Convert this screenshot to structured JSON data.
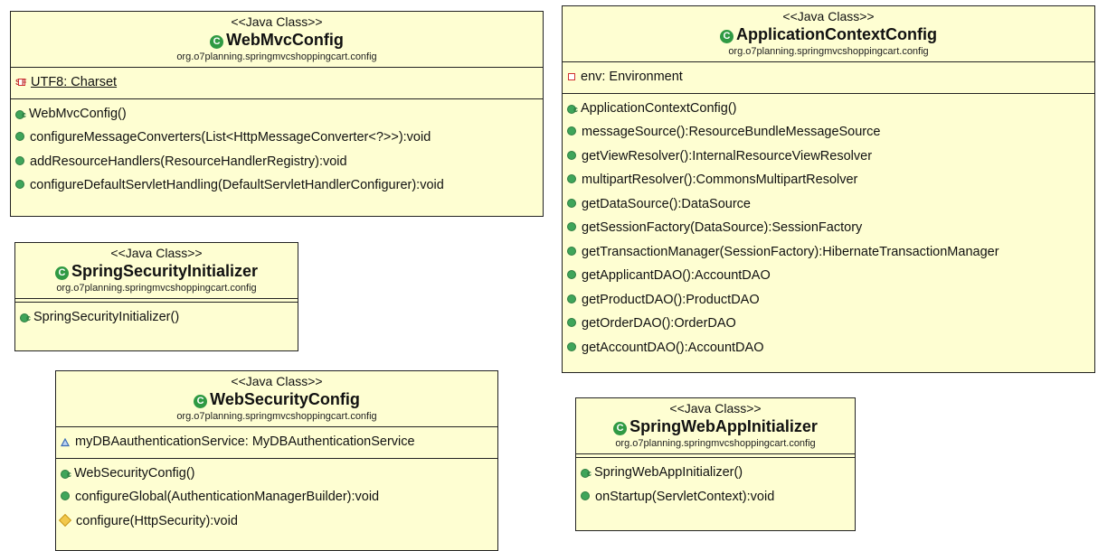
{
  "classes": {
    "webmvc": {
      "stereotype": "<<Java Class>>",
      "name": "WebMvcConfig",
      "package": "org.o7planning.springmvcshoppingcart.config",
      "fields": [
        "UTF8: Charset"
      ],
      "methods": [
        "WebMvcConfig()",
        "configureMessageConverters(List<HttpMessageConverter<?>>):void",
        "addResourceHandlers(ResourceHandlerRegistry):void",
        "configureDefaultServletHandling(DefaultServletHandlerConfigurer):void"
      ]
    },
    "appctx": {
      "stereotype": "<<Java Class>>",
      "name": "ApplicationContextConfig",
      "package": "org.o7planning.springmvcshoppingcart.config",
      "fields": [
        "env: Environment"
      ],
      "methods": [
        "ApplicationContextConfig()",
        "messageSource():ResourceBundleMessageSource",
        "getViewResolver():InternalResourceViewResolver",
        "multipartResolver():CommonsMultipartResolver",
        "getDataSource():DataSource",
        "getSessionFactory(DataSource):SessionFactory",
        "getTransactionManager(SessionFactory):HibernateTransactionManager",
        "getApplicantDAO():AccountDAO",
        "getProductDAO():ProductDAO",
        "getOrderDAO():OrderDAO",
        "getAccountDAO():AccountDAO"
      ]
    },
    "secinit": {
      "stereotype": "<<Java Class>>",
      "name": "SpringSecurityInitializer",
      "package": "org.o7planning.springmvcshoppingcart.config",
      "methods": [
        "SpringSecurityInitializer()"
      ]
    },
    "websec": {
      "stereotype": "<<Java Class>>",
      "name": "WebSecurityConfig",
      "package": "org.o7planning.springmvcshoppingcart.config",
      "fields": [
        "myDBAauthenticationService: MyDBAuthenticationService"
      ],
      "methods": [
        "WebSecurityConfig()",
        "configureGlobal(AuthenticationManagerBuilder):void",
        "configure(HttpSecurity):void"
      ]
    },
    "webappinit": {
      "stereotype": "<<Java Class>>",
      "name": "SpringWebAppInitializer",
      "package": "org.o7planning.springmvcshoppingcart.config",
      "methods": [
        "SpringWebAppInitializer()",
        "onStartup(ServletContext):void"
      ]
    }
  }
}
